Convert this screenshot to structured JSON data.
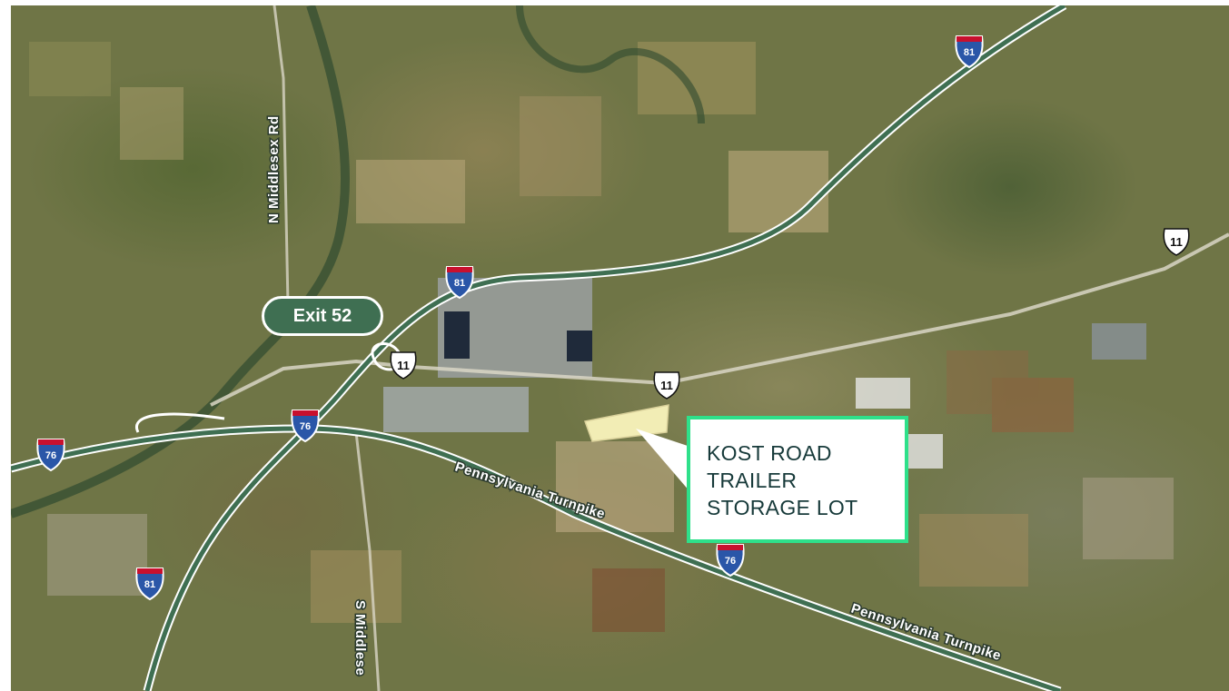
{
  "map": {
    "highways": {
      "interstate_81": "81",
      "interstate_76": "76",
      "us_11": "11"
    },
    "road_labels": {
      "n_middlesex": "N Middlesex Rd",
      "s_middlesex": "S Middlese",
      "turnpike": "Pennsylvania Turnpike"
    },
    "exit_label": "Exit 52",
    "callout_title": "KOST ROAD\nTRAILER\nSTORAGE LOT",
    "colors": {
      "highway_fill": "#3f6f52",
      "callout_border": "#2ee08a",
      "callout_text": "#173a3a",
      "lot_fill": "#f2edb5",
      "interstate_blue": "#2a56a8",
      "interstate_red": "#c8102e"
    }
  }
}
